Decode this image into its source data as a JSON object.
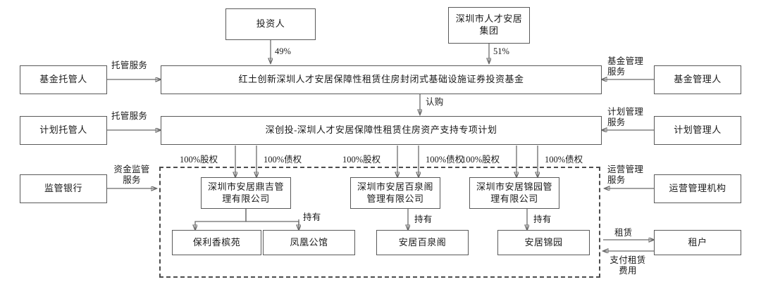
{
  "diagram": {
    "title": "REIT structure chart",
    "boxes": {
      "investor": "投资人",
      "talent_group": "深圳市人才安居集团",
      "fund_custodian": "基金托管人",
      "fund": "红土创新深圳人才安居保障性租赁住房封闭式基础设施证券投资基金",
      "fund_manager": "基金管理人",
      "plan_custodian": "计划托管人",
      "plan": "深创投-深圳人才安居保障性租赁住房资产支持专项计划",
      "plan_manager": "计划管理人",
      "supervision_bank": "监管银行",
      "operation_manager": "运营管理机构",
      "spv1": "深圳市安居鼎吉管理有限公司",
      "spv2": "深圳市安居百泉阁管理有限公司",
      "spv3": "深圳市安居锦园管理有限公司",
      "asset1": "保利香槟苑",
      "asset2": "凤凰公馆",
      "asset3": "安居百泉阁",
      "asset4": "安居锦园",
      "tenant": "租户"
    },
    "edge_labels": {
      "investor_pct": "49%",
      "talent_group_pct": "51%",
      "fund_custody_service": "托管服务",
      "fund_management_service": "基金管理服务",
      "plan_custody_service": "托管服务",
      "plan_management_service": "计划管理服务",
      "subscription": "认购",
      "fund_supervision_service": "资金监管服务",
      "operation_management_service": "运营管理服务",
      "equity": "100%股权",
      "debt": "100%债权",
      "hold": "持有",
      "lease": "租赁",
      "pay_rent": "支付租赁费用"
    },
    "colors": {
      "box_border": "#595959",
      "wire": "#6b6b6b",
      "dashed_border": "#4d4d4d",
      "text": "#1a1a1a",
      "background": "#ffffff"
    }
  }
}
